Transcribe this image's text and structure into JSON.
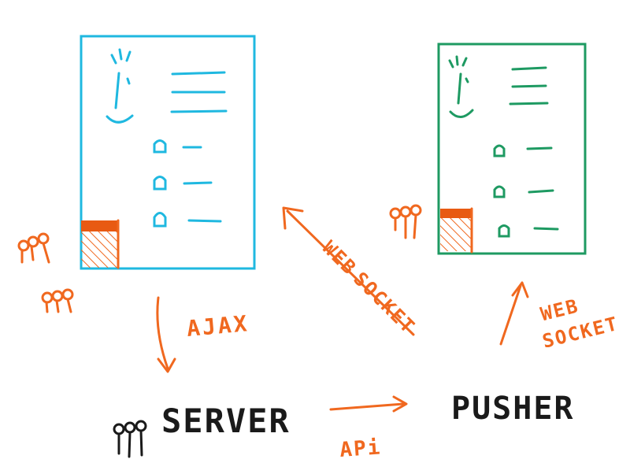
{
  "colors": {
    "client_a": "#1fb8e0",
    "client_b": "#1e9a62",
    "annotation": "#f0681f",
    "ink": "#1a1a1a",
    "background": "#ffffff"
  },
  "labels": {
    "server": "SERVER",
    "pusher": "PUSHER",
    "ajax": "AJAX",
    "api": "APi",
    "websocket_a_line1": "WEB",
    "websocket_a_line2": "SOCKET",
    "websocket_b_line1": "WEB",
    "websocket_b_line2": "SOCKET"
  },
  "icons": {
    "user_glyph": "smiley-face-icon",
    "bell_glyph": "bell-icon",
    "people_glyph": "people-icon"
  }
}
